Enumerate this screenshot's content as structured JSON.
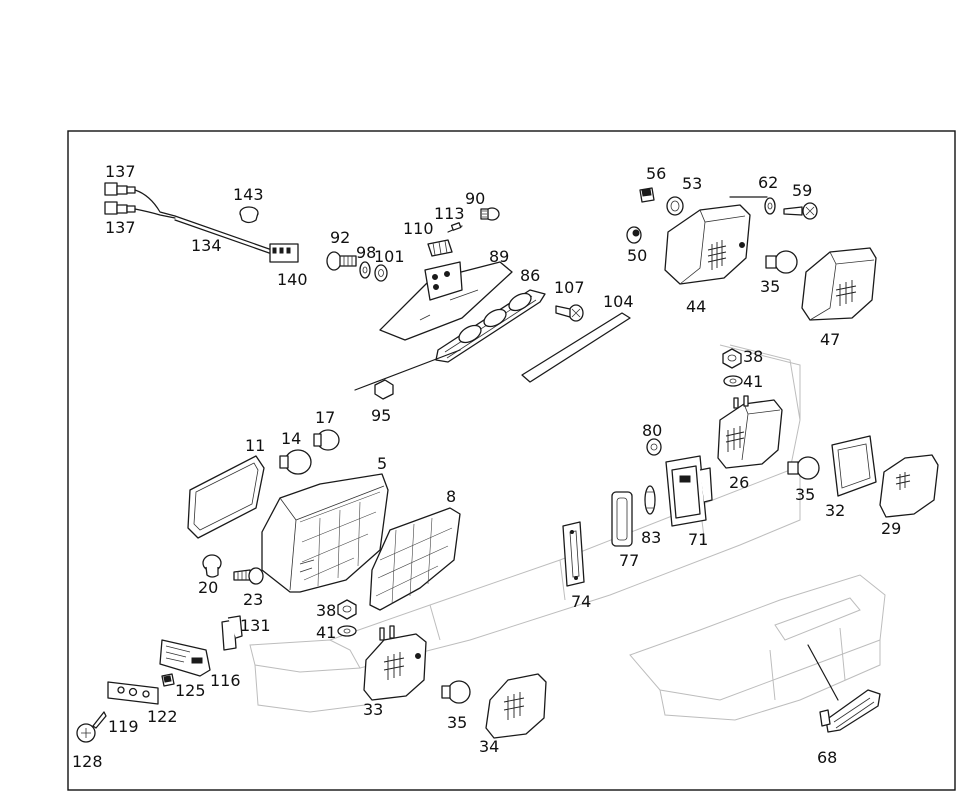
{
  "diagram": {
    "background": "#ffffff",
    "line_color": "#1a1a1a",
    "ghost_color": "#bdbdbd",
    "part_numbers": [
      "137",
      "137",
      "143",
      "134",
      "140",
      "92",
      "98",
      "101",
      "110",
      "113",
      "90",
      "89",
      "86",
      "107",
      "104",
      "95",
      "56",
      "53",
      "62",
      "59",
      "50",
      "44",
      "35",
      "47",
      "38",
      "41",
      "80",
      "26",
      "35",
      "32",
      "29",
      "71",
      "83",
      "77",
      "74",
      "11",
      "14",
      "17",
      "5",
      "8",
      "20",
      "23",
      "38",
      "41",
      "131",
      "116",
      "125",
      "122",
      "119",
      "128",
      "33",
      "35",
      "34",
      "68"
    ]
  }
}
